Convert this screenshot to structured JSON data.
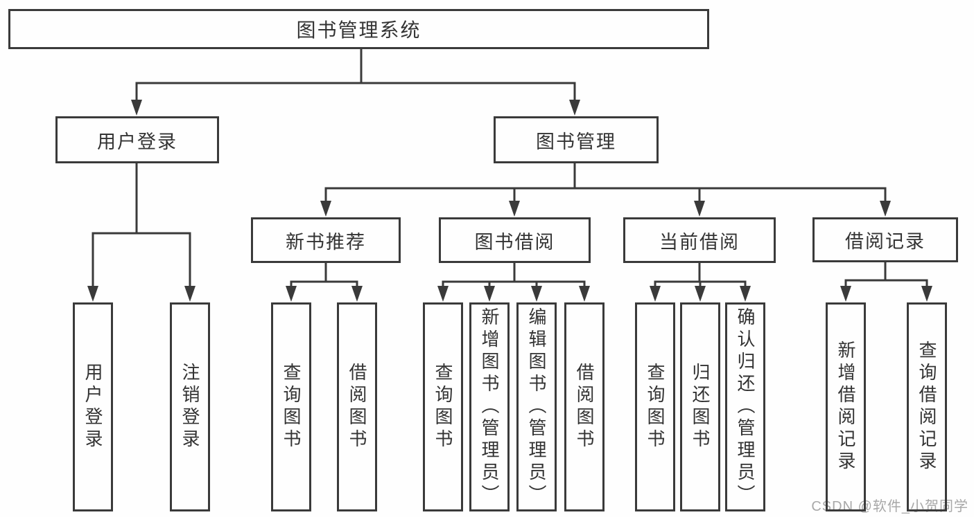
{
  "diagram": {
    "type": "hierarchy-tree",
    "line_color": "#3a3a3a",
    "text_color": "#333333",
    "background_color": "#fefefe",
    "tree": {
      "label": "图书管理系统",
      "children": [
        {
          "label": "用户登录",
          "children": [
            {
              "label": "用户登录"
            },
            {
              "label": "注销登录"
            }
          ]
        },
        {
          "label": "图书管理",
          "children": [
            {
              "label": "新书推荐",
              "children": [
                {
                  "label": "查询图书"
                },
                {
                  "label": "借阅图书"
                }
              ]
            },
            {
              "label": "图书借阅",
              "children": [
                {
                  "label": "查询图书"
                },
                {
                  "label": "新增图书（管理员）"
                },
                {
                  "label": "编辑图书（管理员）"
                },
                {
                  "label": "借阅图书"
                }
              ]
            },
            {
              "label": "当前借阅",
              "children": [
                {
                  "label": "查询图书"
                },
                {
                  "label": "归还图书"
                },
                {
                  "label": "确认归还（管理员）"
                }
              ]
            },
            {
              "label": "借阅记录",
              "children": [
                {
                  "label": "新增借阅记录"
                },
                {
                  "label": "查询借阅记录"
                }
              ]
            }
          ]
        }
      ]
    }
  },
  "watermark": {
    "text": "CSDN @软件_小贺同学",
    "color": "#a8a8a8"
  }
}
